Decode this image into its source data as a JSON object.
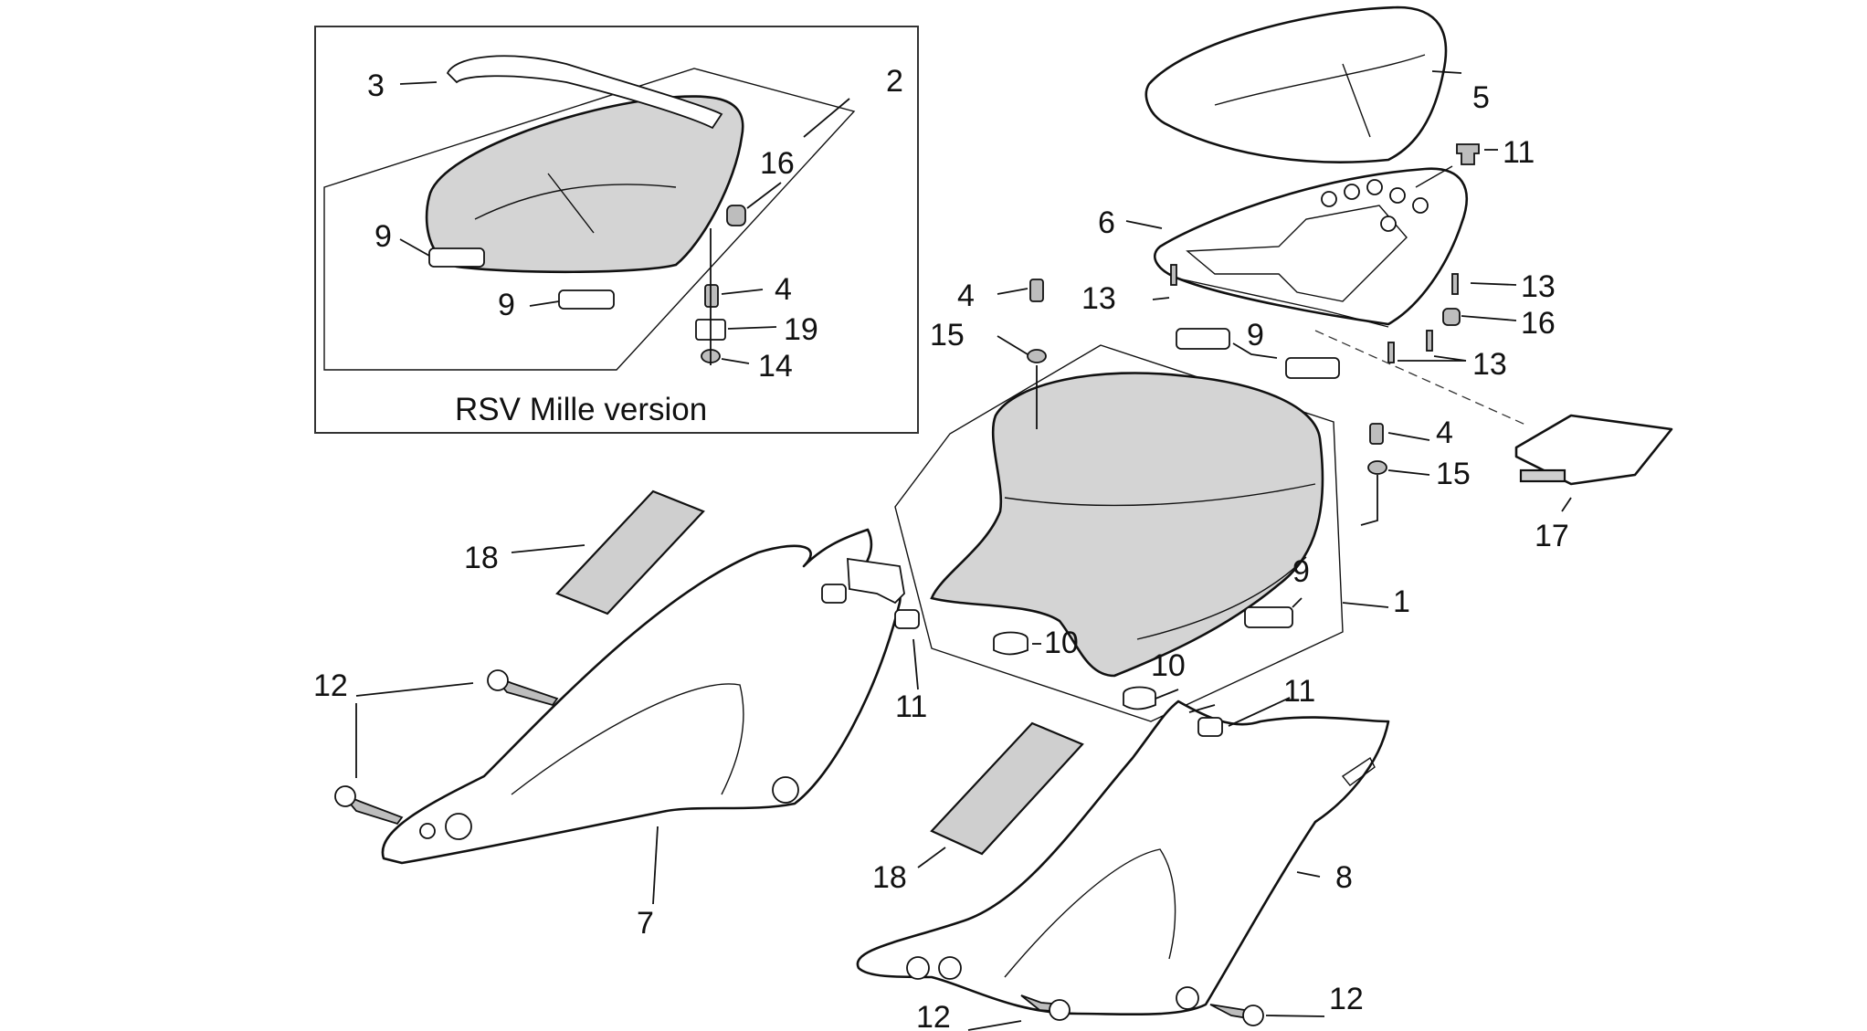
{
  "diagram": {
    "inset_caption": "RSV Mille version",
    "callouts": {
      "c1": "1",
      "c2": "2",
      "c3": "3",
      "c4a": "4",
      "c4b": "4",
      "c4c": "4",
      "c5": "5",
      "c6": "6",
      "c7": "7",
      "c8": "8",
      "c9a": "9",
      "c9b": "9",
      "c9c": "9",
      "c9d": "9",
      "c10a": "10",
      "c10b": "10",
      "c11a": "11",
      "c11b": "11",
      "c11c": "11",
      "c12a": "12",
      "c12b": "12",
      "c12c": "12",
      "c13a": "13",
      "c13b": "13",
      "c13c": "13",
      "c14": "14",
      "c15a": "15",
      "c15b": "15",
      "c16a": "16",
      "c16b": "16",
      "c17": "17",
      "c18a": "18",
      "c18b": "18",
      "c19": "19"
    }
  }
}
